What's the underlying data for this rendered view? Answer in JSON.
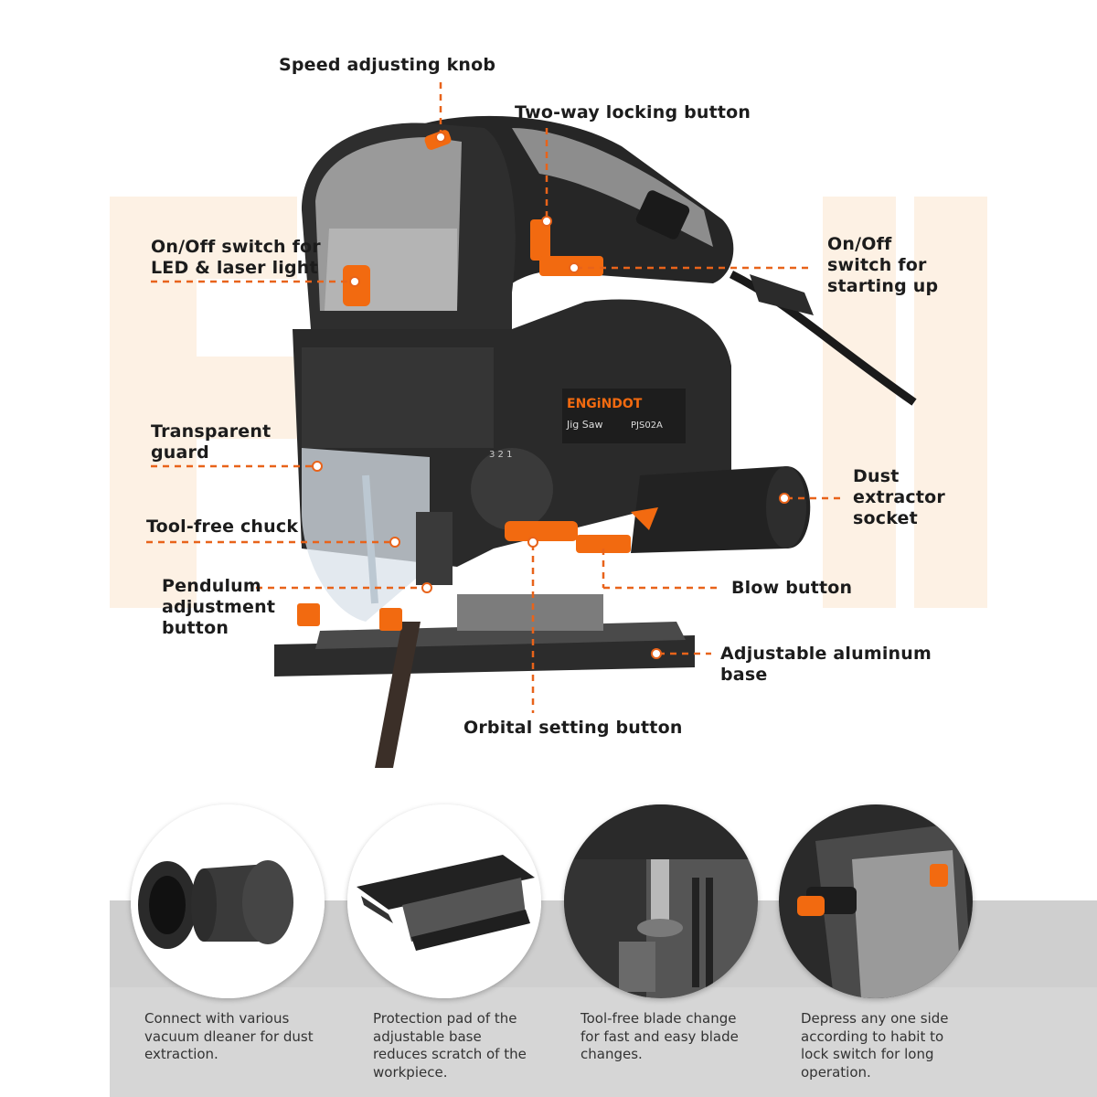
{
  "labels": {
    "speed_knob": "Speed adjusting knob",
    "locking_button": "Two-way locking button",
    "led_switch": "On/Off switch for\nLED & laser light",
    "start_switch": "On/Off\nswitch for\nstarting up",
    "transparent_guard": "Transparent\nguard",
    "dust_socket": "Dust\nextractor\nsocket",
    "chuck": "Tool-free chuck",
    "pendulum": "Pendulum\nadjustment\nbutton",
    "blow_button": "Blow button",
    "aluminum_base": "Adjustable aluminum\nbase",
    "orbital": "Orbital setting button"
  },
  "product": {
    "brand": "ENGiNDOT",
    "model_name": "Jig Saw",
    "model_code": "PJS02A",
    "pendulum_marks": "3 2 1"
  },
  "features": [
    {
      "caption": "Connect with various\nvacuum dleaner for dust\nextraction."
    },
    {
      "caption": "Protection pad of the\nadjustable base\nreduces scratch of the\nworkpiece."
    },
    {
      "caption": "Tool-free blade change\nfor fast and easy blade\nchanges."
    },
    {
      "caption": "Depress any one side\naccording to habit to\nlock switch for long\noperation."
    }
  ],
  "colors": {
    "accent": "#f26a10",
    "body": "#2a2a2a",
    "grey": "#8e8e8e",
    "leader": "#e8631a",
    "watermark": "#fdf0e3"
  }
}
